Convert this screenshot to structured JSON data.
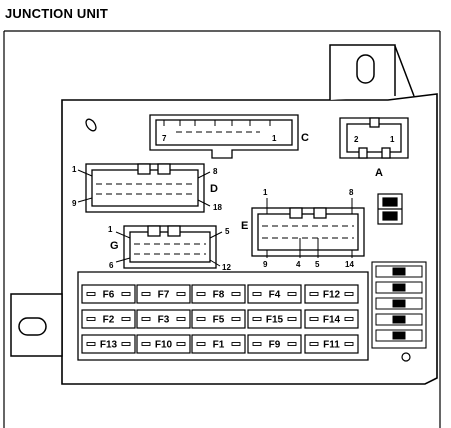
{
  "title": "JUNCTION UNIT",
  "connectors": {
    "A": {
      "label": "A",
      "pins": [
        "2",
        "1"
      ]
    },
    "C": {
      "label": "C",
      "pins": [
        "7",
        "1"
      ]
    },
    "D": {
      "label": "D",
      "pins": [
        "1",
        "8",
        "9",
        "18"
      ]
    },
    "E": {
      "label": "E",
      "pins": [
        "1",
        "8",
        "9",
        "4",
        "5",
        "14"
      ]
    },
    "G": {
      "label": "G",
      "pins": [
        "1",
        "5",
        "6",
        "12"
      ]
    }
  },
  "fuses": [
    [
      "F6",
      "F7",
      "F8",
      "F4",
      "F12"
    ],
    [
      "F2",
      "F3",
      "F5",
      "F15",
      "F14"
    ],
    [
      "F13",
      "F10",
      "F1",
      "F9",
      "F11"
    ]
  ]
}
